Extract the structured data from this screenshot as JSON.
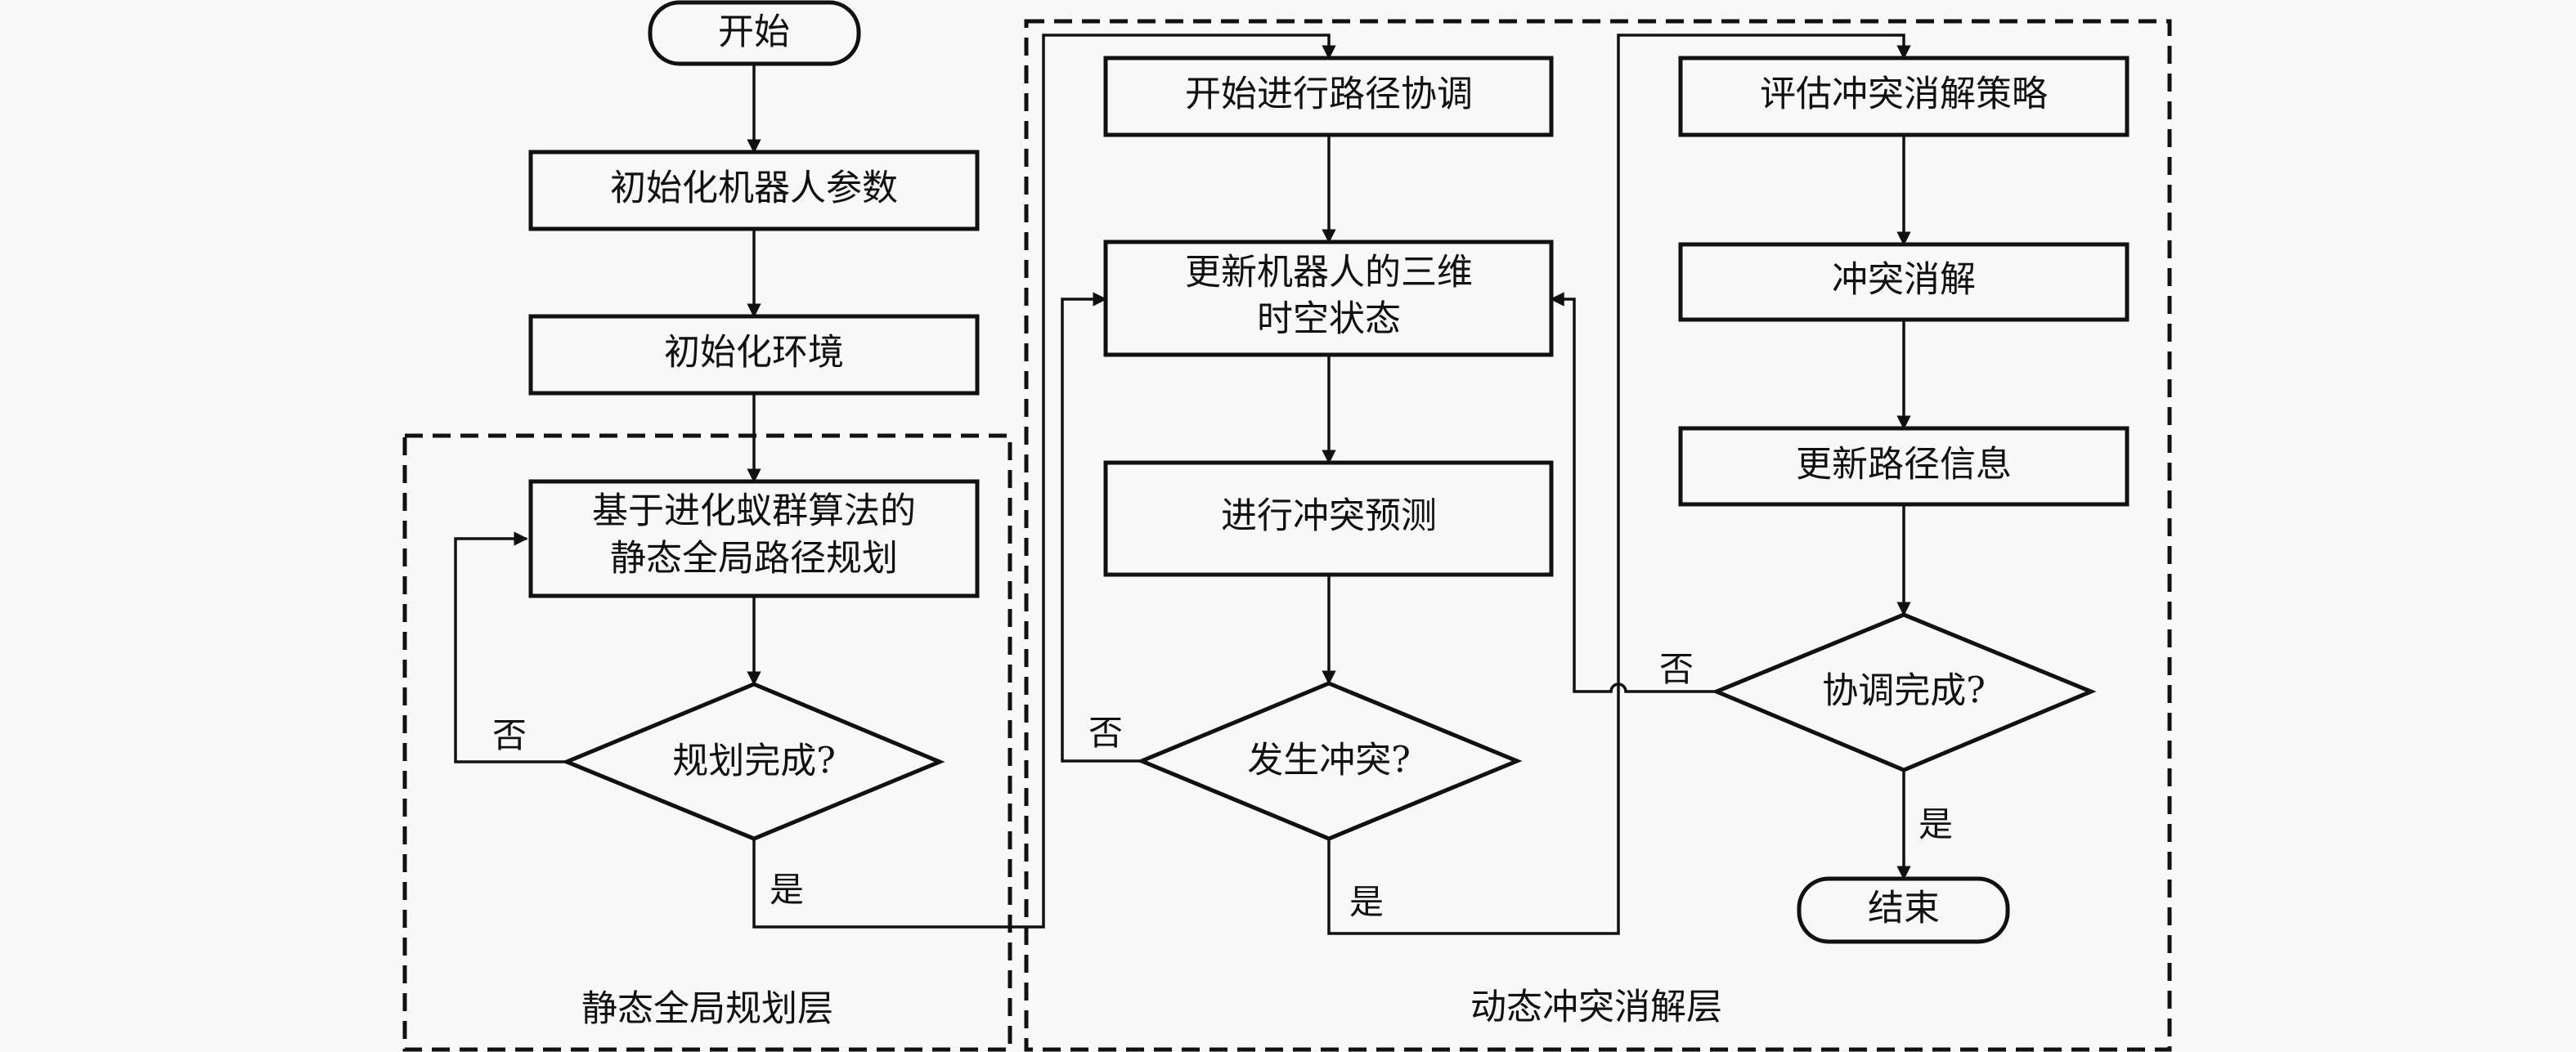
{
  "diagram": {
    "type": "flowchart",
    "layers": [
      {
        "id": "static",
        "label": "静态全局规划层"
      },
      {
        "id": "dynamic",
        "label": "动态冲突消解层"
      }
    ],
    "nodes": [
      {
        "id": "start",
        "shape": "terminal",
        "lines": [
          "开始"
        ]
      },
      {
        "id": "init_robot",
        "shape": "process",
        "lines": [
          "初始化机器人参数"
        ]
      },
      {
        "id": "init_env",
        "shape": "process",
        "lines": [
          "初始化环境"
        ]
      },
      {
        "id": "static_plan",
        "shape": "process",
        "layer": "static",
        "lines": [
          "基于进化蚁群算法的",
          "静态全局路径规划"
        ]
      },
      {
        "id": "plan_done",
        "shape": "decision",
        "layer": "static",
        "lines": [
          "规划完成?"
        ]
      },
      {
        "id": "start_coord",
        "shape": "process",
        "layer": "dynamic",
        "lines": [
          "开始进行路径协调"
        ]
      },
      {
        "id": "update_state",
        "shape": "process",
        "layer": "dynamic",
        "lines": [
          "更新机器人的三维",
          "时空状态"
        ]
      },
      {
        "id": "predict",
        "shape": "process",
        "layer": "dynamic",
        "lines": [
          "进行冲突预测"
        ]
      },
      {
        "id": "conflict",
        "shape": "decision",
        "layer": "dynamic",
        "lines": [
          "发生冲突?"
        ]
      },
      {
        "id": "evaluate",
        "shape": "process",
        "layer": "dynamic",
        "lines": [
          "评估冲突消解策略"
        ]
      },
      {
        "id": "resolve",
        "shape": "process",
        "layer": "dynamic",
        "lines": [
          "冲突消解"
        ]
      },
      {
        "id": "update_path",
        "shape": "process",
        "layer": "dynamic",
        "lines": [
          "更新路径信息"
        ]
      },
      {
        "id": "coord_done",
        "shape": "decision",
        "layer": "dynamic",
        "lines": [
          "协调完成?"
        ]
      },
      {
        "id": "end",
        "shape": "terminal",
        "layer": "dynamic",
        "lines": [
          "结束"
        ]
      }
    ],
    "edges": [
      {
        "from": "start",
        "to": "init_robot",
        "label": ""
      },
      {
        "from": "init_robot",
        "to": "init_env",
        "label": ""
      },
      {
        "from": "init_env",
        "to": "static_plan",
        "label": ""
      },
      {
        "from": "static_plan",
        "to": "plan_done",
        "label": ""
      },
      {
        "from": "plan_done",
        "to": "static_plan",
        "label": "否"
      },
      {
        "from": "plan_done",
        "to": "start_coord",
        "label": "是"
      },
      {
        "from": "start_coord",
        "to": "update_state",
        "label": ""
      },
      {
        "from": "update_state",
        "to": "predict",
        "label": ""
      },
      {
        "from": "predict",
        "to": "conflict",
        "label": ""
      },
      {
        "from": "conflict",
        "to": "update_state",
        "label": "否"
      },
      {
        "from": "conflict",
        "to": "evaluate",
        "label": "是"
      },
      {
        "from": "evaluate",
        "to": "resolve",
        "label": ""
      },
      {
        "from": "resolve",
        "to": "update_path",
        "label": ""
      },
      {
        "from": "update_path",
        "to": "coord_done",
        "label": ""
      },
      {
        "from": "coord_done",
        "to": "update_state",
        "label": "否"
      },
      {
        "from": "coord_done",
        "to": "end",
        "label": "是"
      }
    ]
  }
}
